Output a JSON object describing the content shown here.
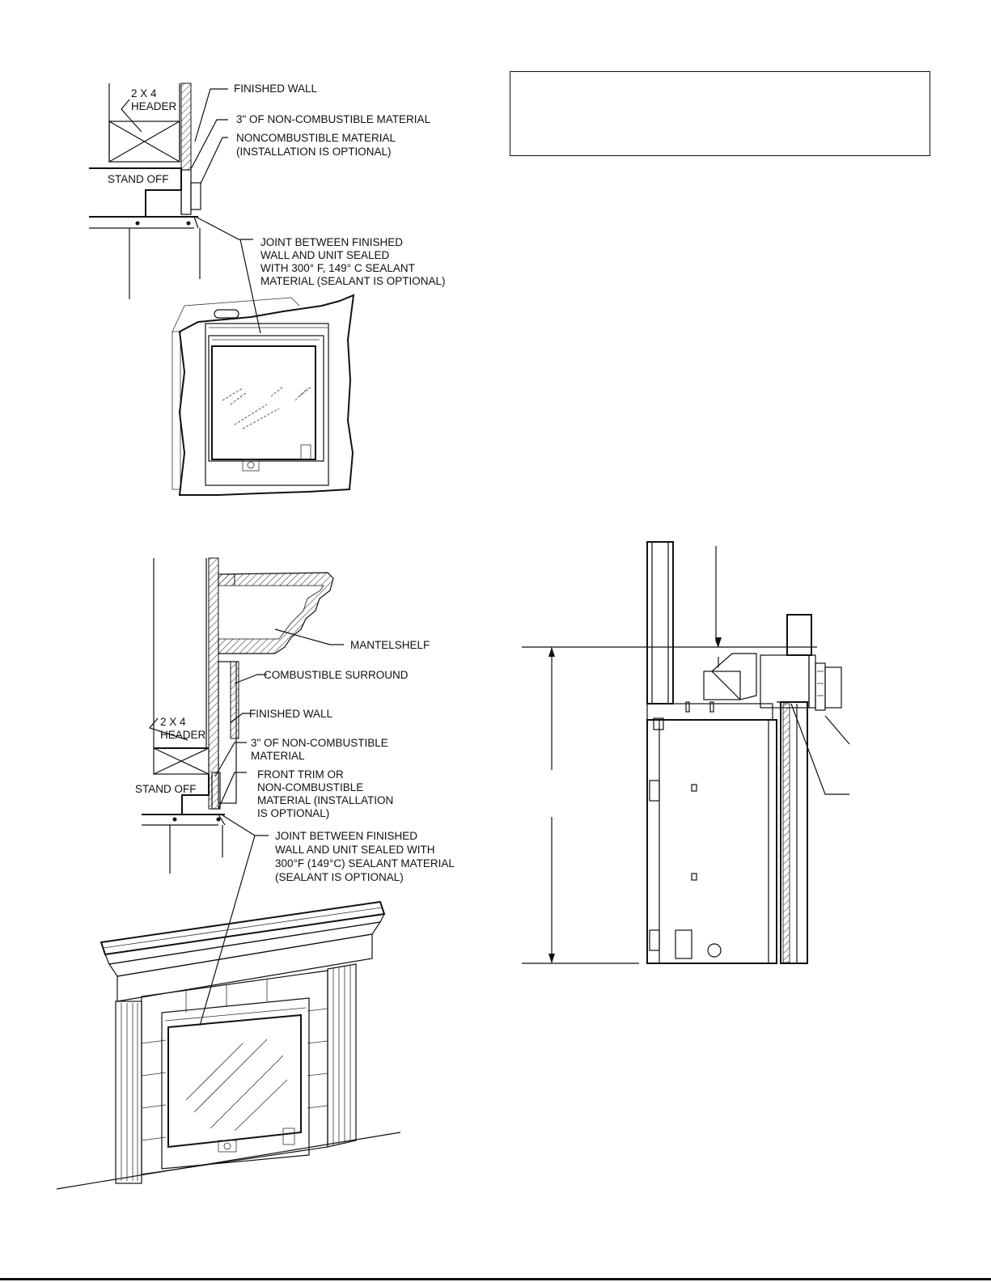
{
  "figure_top": {
    "labels": {
      "header": "2 X 4\nHEADER",
      "finished_wall": "FINISHED WALL",
      "noncomb_3in": "3\" OF NON-COMBUSTIBLE MATERIAL",
      "noncomb_optional": "NONCOMBUSTIBLE MATERIAL\n(INSTALLATION IS OPTIONAL)",
      "stand_off": "STAND OFF",
      "joint": "JOINT BETWEEN FINISHED\nWALL AND UNIT SEALED\nWITH 300° F, 149° C SEALANT\nMATERIAL (SEALANT IS OPTIONAL)"
    }
  },
  "figure_bottom": {
    "labels": {
      "mantelshelf": "MANTELSHELF",
      "combustible_surround": "COMBUSTIBLE SURROUND",
      "finished_wall": "FINISHED WALL",
      "header": "2 X 4\nHEADER",
      "noncomb_3in": "3\" OF NON-COMBUSTIBLE\nMATERIAL",
      "stand_off": "STAND OFF",
      "front_trim": "FRONT TRIM OR\nNON-COMBUSTIBLE\nMATERIAL (INSTALLATION\nIS OPTIONAL)",
      "joint": "JOINT BETWEEN FINISHED\nWALL AND UNIT SEALED WITH\n300°F (149°C) SEALANT MATERIAL\n(SEALANT IS OPTIONAL)"
    }
  },
  "colors": {
    "ink": "#111111",
    "paper": "#ffffff",
    "hatch": "#444444"
  },
  "icons": [
    "hatched-wall",
    "header-cross",
    "fireplace-glass",
    "vent-pipe",
    "control-valve"
  ]
}
